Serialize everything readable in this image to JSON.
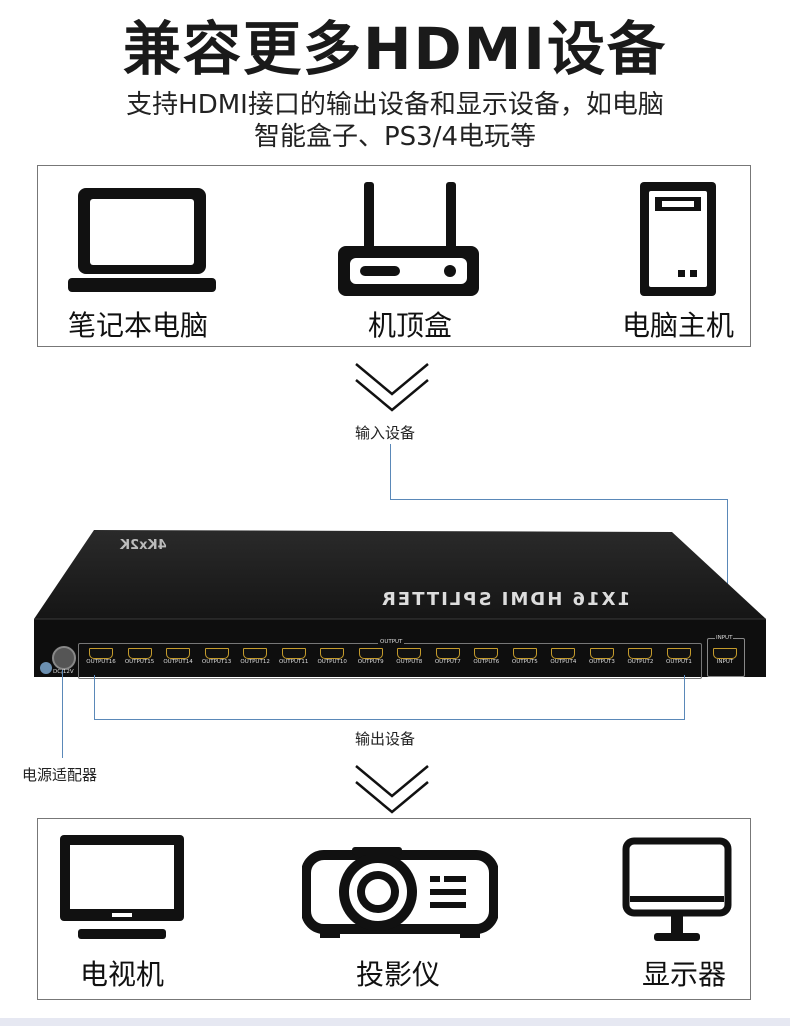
{
  "header": {
    "title": "兼容更多HDMI设备",
    "subtitle_line1": "支持HDMI接口的输出设备和显示设备，如电脑",
    "subtitle_line2": "智能盒子、PS3/4电玩等"
  },
  "input_devices": [
    {
      "label": "笔记本电脑",
      "icon": "laptop-icon"
    },
    {
      "label": "机顶盒",
      "icon": "router-icon"
    },
    {
      "label": "电脑主机",
      "icon": "pc-tower-icon"
    }
  ],
  "input_caption": "输入设备",
  "splitter": {
    "top_badge": "4Kx2K",
    "brand_mirrored": "1X16 HDMI SPLITTER",
    "output_group_label": "OUTPUT",
    "input_port_label": "INPUT",
    "power_label": "DC/12V",
    "ports": [
      "OUTPUT16",
      "OUTPUT15",
      "OUTPUT14",
      "OUTPUT13",
      "OUTPUT12",
      "OUTPUT11",
      "OUTPUT10",
      "OUTPUT9",
      "OUTPUT8",
      "OUTPUT7",
      "OUTPUT6",
      "OUTPUT5",
      "OUTPUT4",
      "OUTPUT3",
      "OUTPUT2",
      "OUTPUT1"
    ]
  },
  "output_caption": "输出设备",
  "power_caption": "电源适配器",
  "output_devices": [
    {
      "label": "电视机",
      "icon": "tv-icon"
    },
    {
      "label": "投影仪",
      "icon": "projector-icon"
    },
    {
      "label": "显示器",
      "icon": "monitor-icon"
    }
  ],
  "colors": {
    "connector_line": "#5a88b8",
    "port_gold": "#c49b2c",
    "device_body": "#1b1b1b"
  }
}
